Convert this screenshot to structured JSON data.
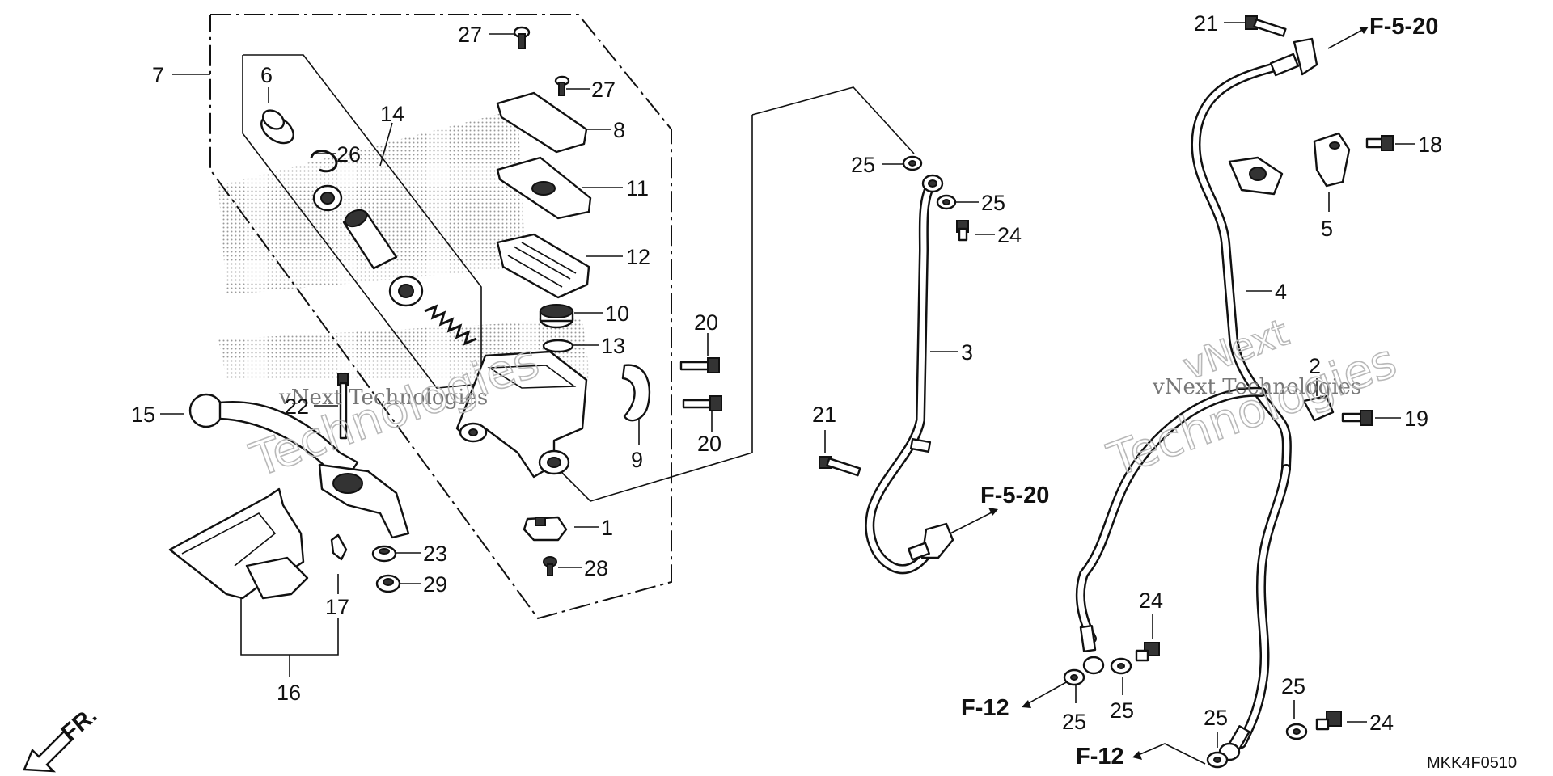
{
  "diagram": {
    "labels": {
      "l1": "1",
      "l2": "2",
      "l3": "3",
      "l4": "4",
      "l5": "5",
      "l6": "6",
      "l7": "7",
      "l8": "8",
      "l9": "9",
      "l10": "10",
      "l11": "11",
      "l12": "12",
      "l13": "13",
      "l14": "14",
      "l15": "15",
      "l16": "16",
      "l17": "17",
      "l18": "18",
      "l19": "19",
      "l20a": "20",
      "l20b": "20",
      "l21a": "21",
      "l21b": "21",
      "l22": "22",
      "l23": "23",
      "l24a": "24",
      "l24b": "24",
      "l24c": "24",
      "l25a": "25",
      "l25b": "25",
      "l25c": "25",
      "l25d": "25",
      "l25e": "25",
      "l25f": "25",
      "l26": "26",
      "l27a": "27",
      "l27b": "27",
      "l28": "28",
      "l29": "29"
    },
    "references": {
      "f520_top": "F-5-20",
      "f520_mid": "F-5-20",
      "f12_left": "F-12",
      "f12_bottom": "F-12"
    },
    "direction": "FR.",
    "diagram_code": "MKK4F0510",
    "watermarks": {
      "w1_line1": "vNext Technologies",
      "w1_big": "Technologies",
      "w2_line1": "vNext Technologies",
      "w2_big": "Technologies",
      "w2_small": "vNext"
    }
  }
}
